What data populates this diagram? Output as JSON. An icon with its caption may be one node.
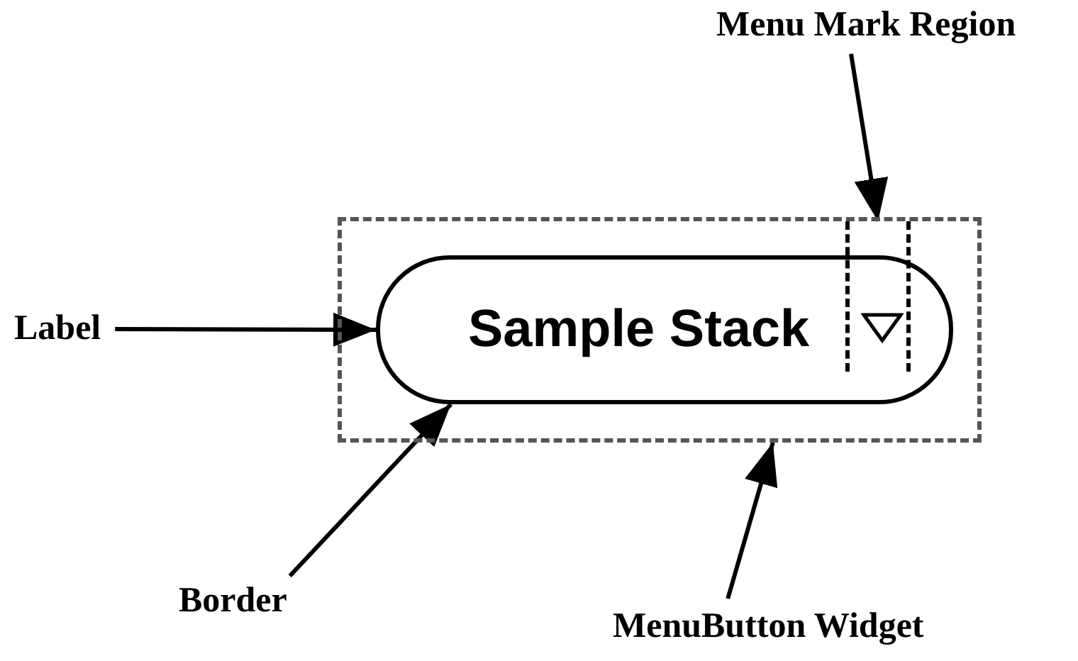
{
  "diagram": {
    "nodes": [
      {
        "text": [
          "Menu Mark Region"
        ]
      },
      {
        "text": [],
        "shape": "box"
      },
      {
        "text": [
          "Sample Stack"
        ],
        "in": 1
      },
      {
        "text": [],
        "shape": "box",
        "in": 1
      },
      {
        "text": [
          "Label"
        ]
      },
      {
        "text": [
          "Border"
        ]
      },
      {
        "text": [
          "MenuButton Widget"
        ]
      }
    ],
    "edges": [
      {
        "from": 0,
        "to": 3,
        "arrow": "to"
      },
      {
        "from": 4,
        "to": 2,
        "arrow": "to"
      },
      {
        "from": 5,
        "to": 2,
        "arrow": "to"
      },
      {
        "from": 6,
        "to": 1,
        "arrow": "to"
      }
    ]
  }
}
